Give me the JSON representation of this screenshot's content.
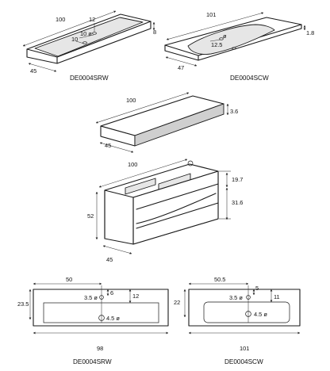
{
  "basins": {
    "srw": {
      "dim_length": "100",
      "dim_width": "45",
      "dim_height": "8",
      "dim_depth": "12",
      "dim_hole": "10 ø",
      "dim_hole_offset": "10",
      "caption": "DE0004SRW"
    },
    "scw": {
      "dim_length": "101",
      "dim_width": "47",
      "dim_height": "1.8",
      "dim_hole": "ø",
      "dim_bowl": "12.5",
      "caption": "DE0004SCW"
    }
  },
  "top_board": {
    "dim_length": "100",
    "dim_width": "45",
    "dim_thickness": "3.6"
  },
  "cabinet": {
    "dim_length": "100",
    "dim_width": "45",
    "dim_height": "52",
    "dim_upper": "19.7",
    "dim_lower": "31.6"
  },
  "plan_srw": {
    "dim_offset": "50",
    "dim_depth": "23.5",
    "dim_tap": "3.5 ø",
    "dim_tap_edge": "6",
    "dim_tap_gap": "12",
    "dim_drain": "4.5 ø",
    "dim_width": "98",
    "caption": "DE0004SRW"
  },
  "plan_scw": {
    "dim_offset": "50.5",
    "dim_depth": "22",
    "dim_tap": "3.5 ø",
    "dim_tap_edge": "5",
    "dim_tap_gap": "11",
    "dim_drain": "4.5 ø",
    "dim_width": "101",
    "caption": "DE0004SCW"
  }
}
